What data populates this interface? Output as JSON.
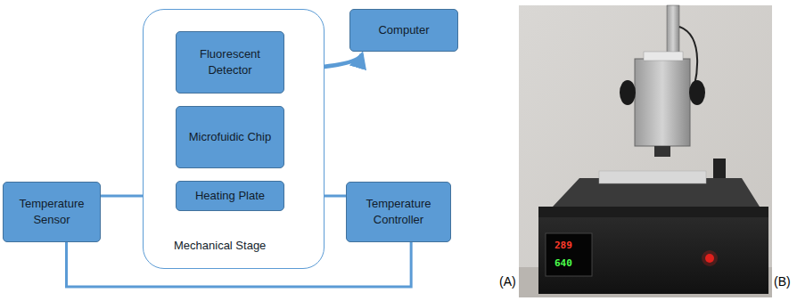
{
  "diagram": {
    "nodes": [
      {
        "text": [
          "Mechanical Stage"
        ]
      },
      {
        "text": [
          "Fluorescent Detector"
        ],
        "in": 0
      },
      {
        "text": [
          "Microfuidic Chip"
        ],
        "in": 0
      },
      {
        "text": [
          "Heating Plate"
        ],
        "in": 0
      },
      {
        "text": [
          "Computer"
        ]
      },
      {
        "text": [
          "Temperature Sensor"
        ]
      },
      {
        "text": [
          "Temperature Controller"
        ]
      }
    ],
    "edges": [
      {
        "from": 1,
        "to": 4,
        "arrow": "to"
      },
      {
        "from": 5,
        "to": 3,
        "arrow": "none"
      },
      {
        "from": 3,
        "to": 6,
        "arrow": "none"
      },
      {
        "from": 5,
        "to": 6,
        "arrow": "none"
      }
    ],
    "labels": [
      "(A)",
      "(B)",
      "289",
      "640"
    ]
  }
}
